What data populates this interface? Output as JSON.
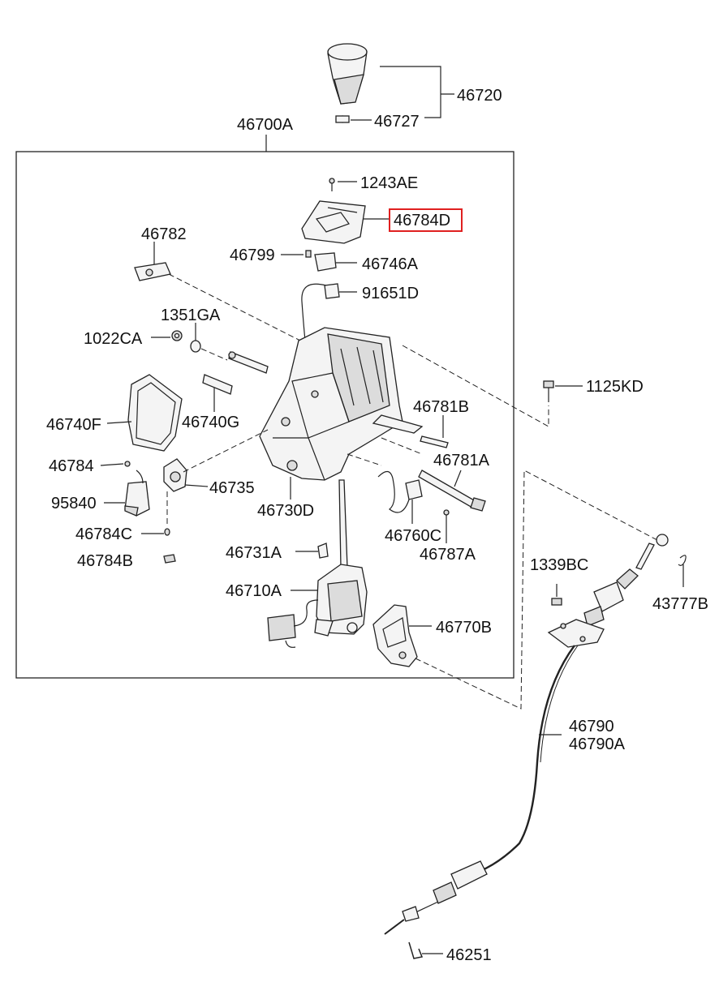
{
  "labels": {
    "p46720": "46720",
    "p46727": "46727",
    "p46700A": "46700A",
    "p1243AE": "1243AE",
    "p46784D": "46784D",
    "p46782": "46782",
    "p46799": "46799",
    "p46746A": "46746A",
    "p91651D": "91651D",
    "p1351GA": "1351GA",
    "p1022CA": "1022CA",
    "p1125KD": "1125KD",
    "p46781B": "46781B",
    "p46740F": "46740F",
    "p46740G": "46740G",
    "p46781A": "46781A",
    "p46784": "46784",
    "p46735": "46735",
    "p95840": "95840",
    "p46730D": "46730D",
    "p46760C": "46760C",
    "p46784C": "46784C",
    "p46787A": "46787A",
    "p1339BC": "1339BC",
    "p46731A": "46731A",
    "p46784B": "46784B",
    "p43777B": "43777B",
    "p46710A": "46710A",
    "p46770B": "46770B",
    "p46790": "46790",
    "p46790A": "46790A",
    "p46251": "46251"
  },
  "highlighted_part": "46784D",
  "highlight_color": "#e02020"
}
